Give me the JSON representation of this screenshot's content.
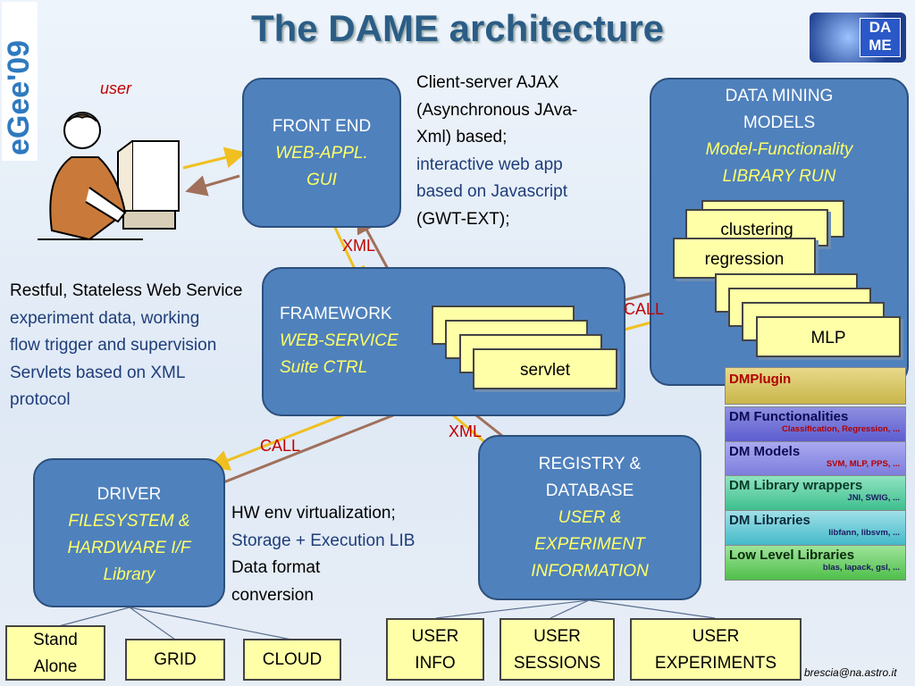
{
  "title": "The DAME architecture",
  "logo_side": "eGee'09",
  "logo_dame": "DA\nME",
  "user_label": "user",
  "front_end": {
    "l1": "FRONT END",
    "l2": "WEB-APPL.",
    "l3": "GUI"
  },
  "client_text": {
    "l1": "Client-server  AJAX",
    "l2": "(Asynchronous JAva-",
    "l3": "Xml) based;",
    "l4": "interactive web  app",
    "l5": "based on Javascript",
    "l6": "(GWT-EXT);"
  },
  "dm_models": {
    "l1": "DATA MINING",
    "l2": "MODELS",
    "l3": "Model-Functionality",
    "l4": "LIBRARY RUN"
  },
  "dm_items": [
    "clustering",
    "regression",
    "MLP"
  ],
  "framework": {
    "l1": "FRAMEWORK",
    "l2": "WEB-SERVICE",
    "l3": "Suite CTRL",
    "servlet": "servlet"
  },
  "restful": {
    "l1": "Restful, Stateless Web Service",
    "l2": "experiment data, working",
    "l3": "flow trigger and supervision",
    "l4": "Servlets based on XML",
    "l5": "protocol"
  },
  "labels": {
    "xml_top": "XML",
    "call_right": "CALL",
    "call_left": "CALL",
    "xml_bottom": "XML"
  },
  "driver": {
    "l1": "DRIVER",
    "l2": "FILESYSTEM &",
    "l3": "HARDWARE I/F",
    "l4": "Library"
  },
  "hw_text": {
    "l1": "HW env virtualization;",
    "l2": "Storage + Execution LIB",
    "l3": "Data format",
    "l4": "conversion"
  },
  "registry": {
    "l1": "REGISTRY &",
    "l2": "DATABASE",
    "l3": "USER &",
    "l4": "EXPERIMENT",
    "l5": "INFORMATION"
  },
  "bottom_left": {
    "stand": "Stand\nAlone",
    "grid": "GRID",
    "cloud": "CLOUD"
  },
  "bottom_right": {
    "info": "USER\nINFO",
    "sessions": "USER\nSESSIONS",
    "experiments": "USER\nEXPERIMENTS"
  },
  "stack": [
    {
      "title": "DMPlugin",
      "sub": ""
    },
    {
      "title": "DM Functionalities",
      "sub": "Classification, Regression, ..."
    },
    {
      "title": "DM Models",
      "sub": "SVM, MLP, PPS, ..."
    },
    {
      "title": "DM Library wrappers",
      "sub": "JNI, SWIG, ..."
    },
    {
      "title": "DM Libraries",
      "sub": "libfann, libsvm, ..."
    },
    {
      "title": "Low Level Libraries",
      "sub": "blas, lapack, gsl, ..."
    }
  ],
  "footer_email": "brescia@na.astro.it",
  "colors": {
    "box": "#4f81bd",
    "yellow_box": "#ffffa8",
    "title": "#2b5d86",
    "red": "#c00000",
    "arrow_yellow": "#f0c020",
    "arrow_brown": "#a0705a"
  }
}
